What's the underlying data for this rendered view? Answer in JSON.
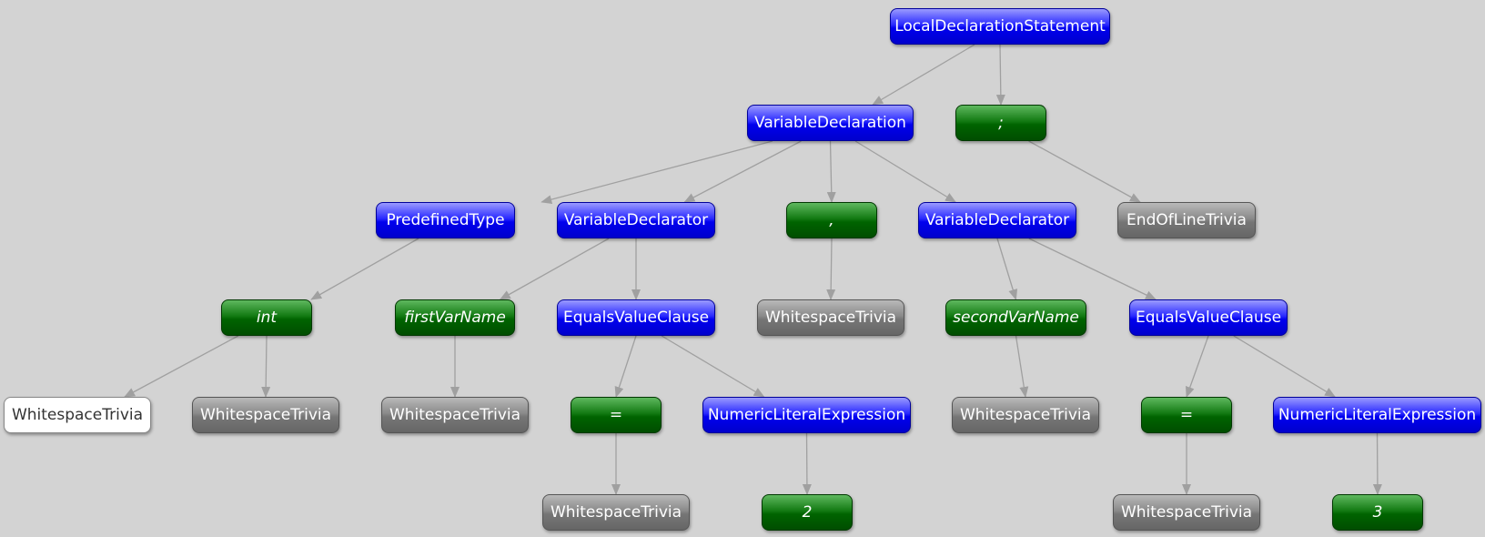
{
  "colors": {
    "background": "#d3d3d3",
    "syntax_node": "#0000ee",
    "token_node": "#006400",
    "trivia_node": "#777777",
    "selected_node": "#ffffff",
    "edge": "#a0a0a0"
  },
  "tree": {
    "nodes": [
      {
        "id": "n0",
        "label": "LocalDeclarationStatement",
        "kind": "syntax"
      },
      {
        "id": "n1",
        "label": "VariableDeclaration",
        "kind": "syntax"
      },
      {
        "id": "n2",
        "label": ";",
        "kind": "token"
      },
      {
        "id": "n3",
        "label": "PredefinedType",
        "kind": "syntax"
      },
      {
        "id": "n4",
        "label": "VariableDeclarator",
        "kind": "syntax"
      },
      {
        "id": "n5",
        "label": ",",
        "kind": "token"
      },
      {
        "id": "n6",
        "label": "VariableDeclarator",
        "kind": "syntax"
      },
      {
        "id": "n7",
        "label": "EndOfLineTrivia",
        "kind": "trivia"
      },
      {
        "id": "n8",
        "label": "int",
        "kind": "token"
      },
      {
        "id": "n9",
        "label": "firstVarName",
        "kind": "token"
      },
      {
        "id": "n10",
        "label": "EqualsValueClause",
        "kind": "syntax"
      },
      {
        "id": "n11",
        "label": "WhitespaceTrivia",
        "kind": "trivia"
      },
      {
        "id": "n12",
        "label": "secondVarName",
        "kind": "token"
      },
      {
        "id": "n13",
        "label": "EqualsValueClause",
        "kind": "syntax"
      },
      {
        "id": "n14",
        "label": "WhitespaceTrivia",
        "kind": "trivia",
        "selected": true
      },
      {
        "id": "n15",
        "label": "WhitespaceTrivia",
        "kind": "trivia"
      },
      {
        "id": "n16",
        "label": "WhitespaceTrivia",
        "kind": "trivia"
      },
      {
        "id": "n17",
        "label": "=",
        "kind": "token"
      },
      {
        "id": "n18",
        "label": "NumericLiteralExpression",
        "kind": "syntax"
      },
      {
        "id": "n19",
        "label": "WhitespaceTrivia",
        "kind": "trivia"
      },
      {
        "id": "n20",
        "label": "=",
        "kind": "token"
      },
      {
        "id": "n21",
        "label": "NumericLiteralExpression",
        "kind": "syntax"
      },
      {
        "id": "n22",
        "label": "WhitespaceTrivia",
        "kind": "trivia"
      },
      {
        "id": "n23",
        "label": "2",
        "kind": "token"
      },
      {
        "id": "n24",
        "label": "WhitespaceTrivia",
        "kind": "trivia"
      },
      {
        "id": "n25",
        "label": "3",
        "kind": "token"
      }
    ],
    "edges": [
      [
        "n0",
        "n1"
      ],
      [
        "n0",
        "n2"
      ],
      [
        "n1",
        "n3"
      ],
      [
        "n1",
        "n4"
      ],
      [
        "n1",
        "n5"
      ],
      [
        "n1",
        "n6"
      ],
      [
        "n2",
        "n7"
      ],
      [
        "n3",
        "n8"
      ],
      [
        "n4",
        "n9"
      ],
      [
        "n4",
        "n10"
      ],
      [
        "n5",
        "n11"
      ],
      [
        "n6",
        "n12"
      ],
      [
        "n6",
        "n13"
      ],
      [
        "n8",
        "n14"
      ],
      [
        "n8",
        "n15"
      ],
      [
        "n9",
        "n16"
      ],
      [
        "n10",
        "n17"
      ],
      [
        "n10",
        "n18"
      ],
      [
        "n12",
        "n19"
      ],
      [
        "n13",
        "n20"
      ],
      [
        "n13",
        "n21"
      ],
      [
        "n17",
        "n22"
      ],
      [
        "n18",
        "n23"
      ],
      [
        "n20",
        "n24"
      ],
      [
        "n21",
        "n25"
      ]
    ]
  }
}
